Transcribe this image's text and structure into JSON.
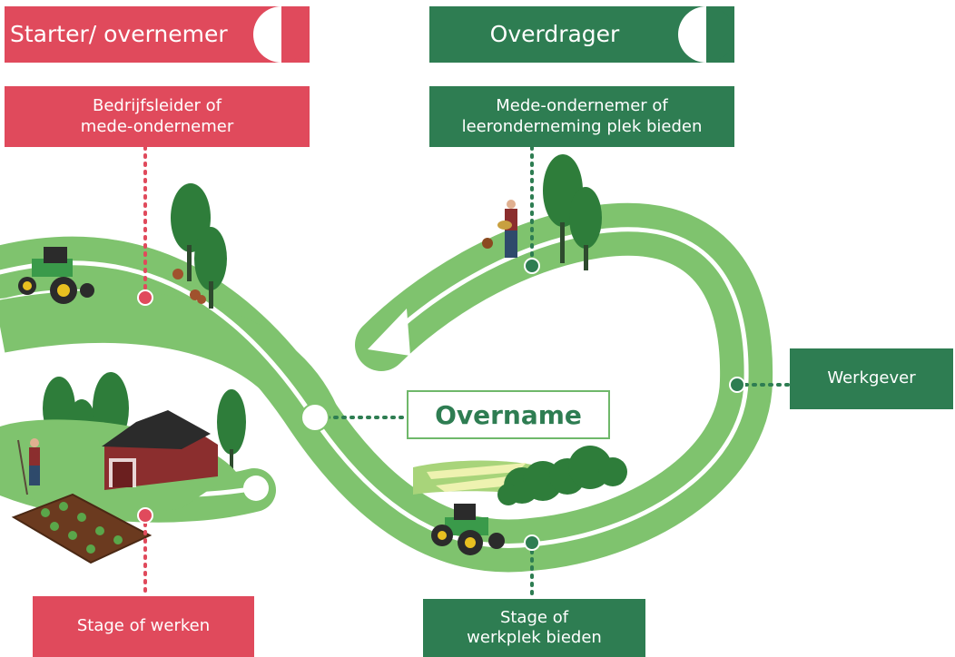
{
  "headers": {
    "starter": "Starter/ overnemer",
    "overdrager": "Overdrager"
  },
  "labels": {
    "bedrijfsleider": "Bedrijfsleider of\nmede-ondernemer",
    "mede_ondernemer": "Mede-ondernemer of\nleeronderneming plek bieden",
    "werkgever": "Werkgever",
    "stage_werken": "Stage of werken",
    "stage_werkplek": "Stage of\nwerkplek bieden"
  },
  "center": "Overname",
  "colors": {
    "red": "#e04a5c",
    "green": "#2e7d52",
    "road": "#7fc36e",
    "tree": "#2e7d3a"
  }
}
